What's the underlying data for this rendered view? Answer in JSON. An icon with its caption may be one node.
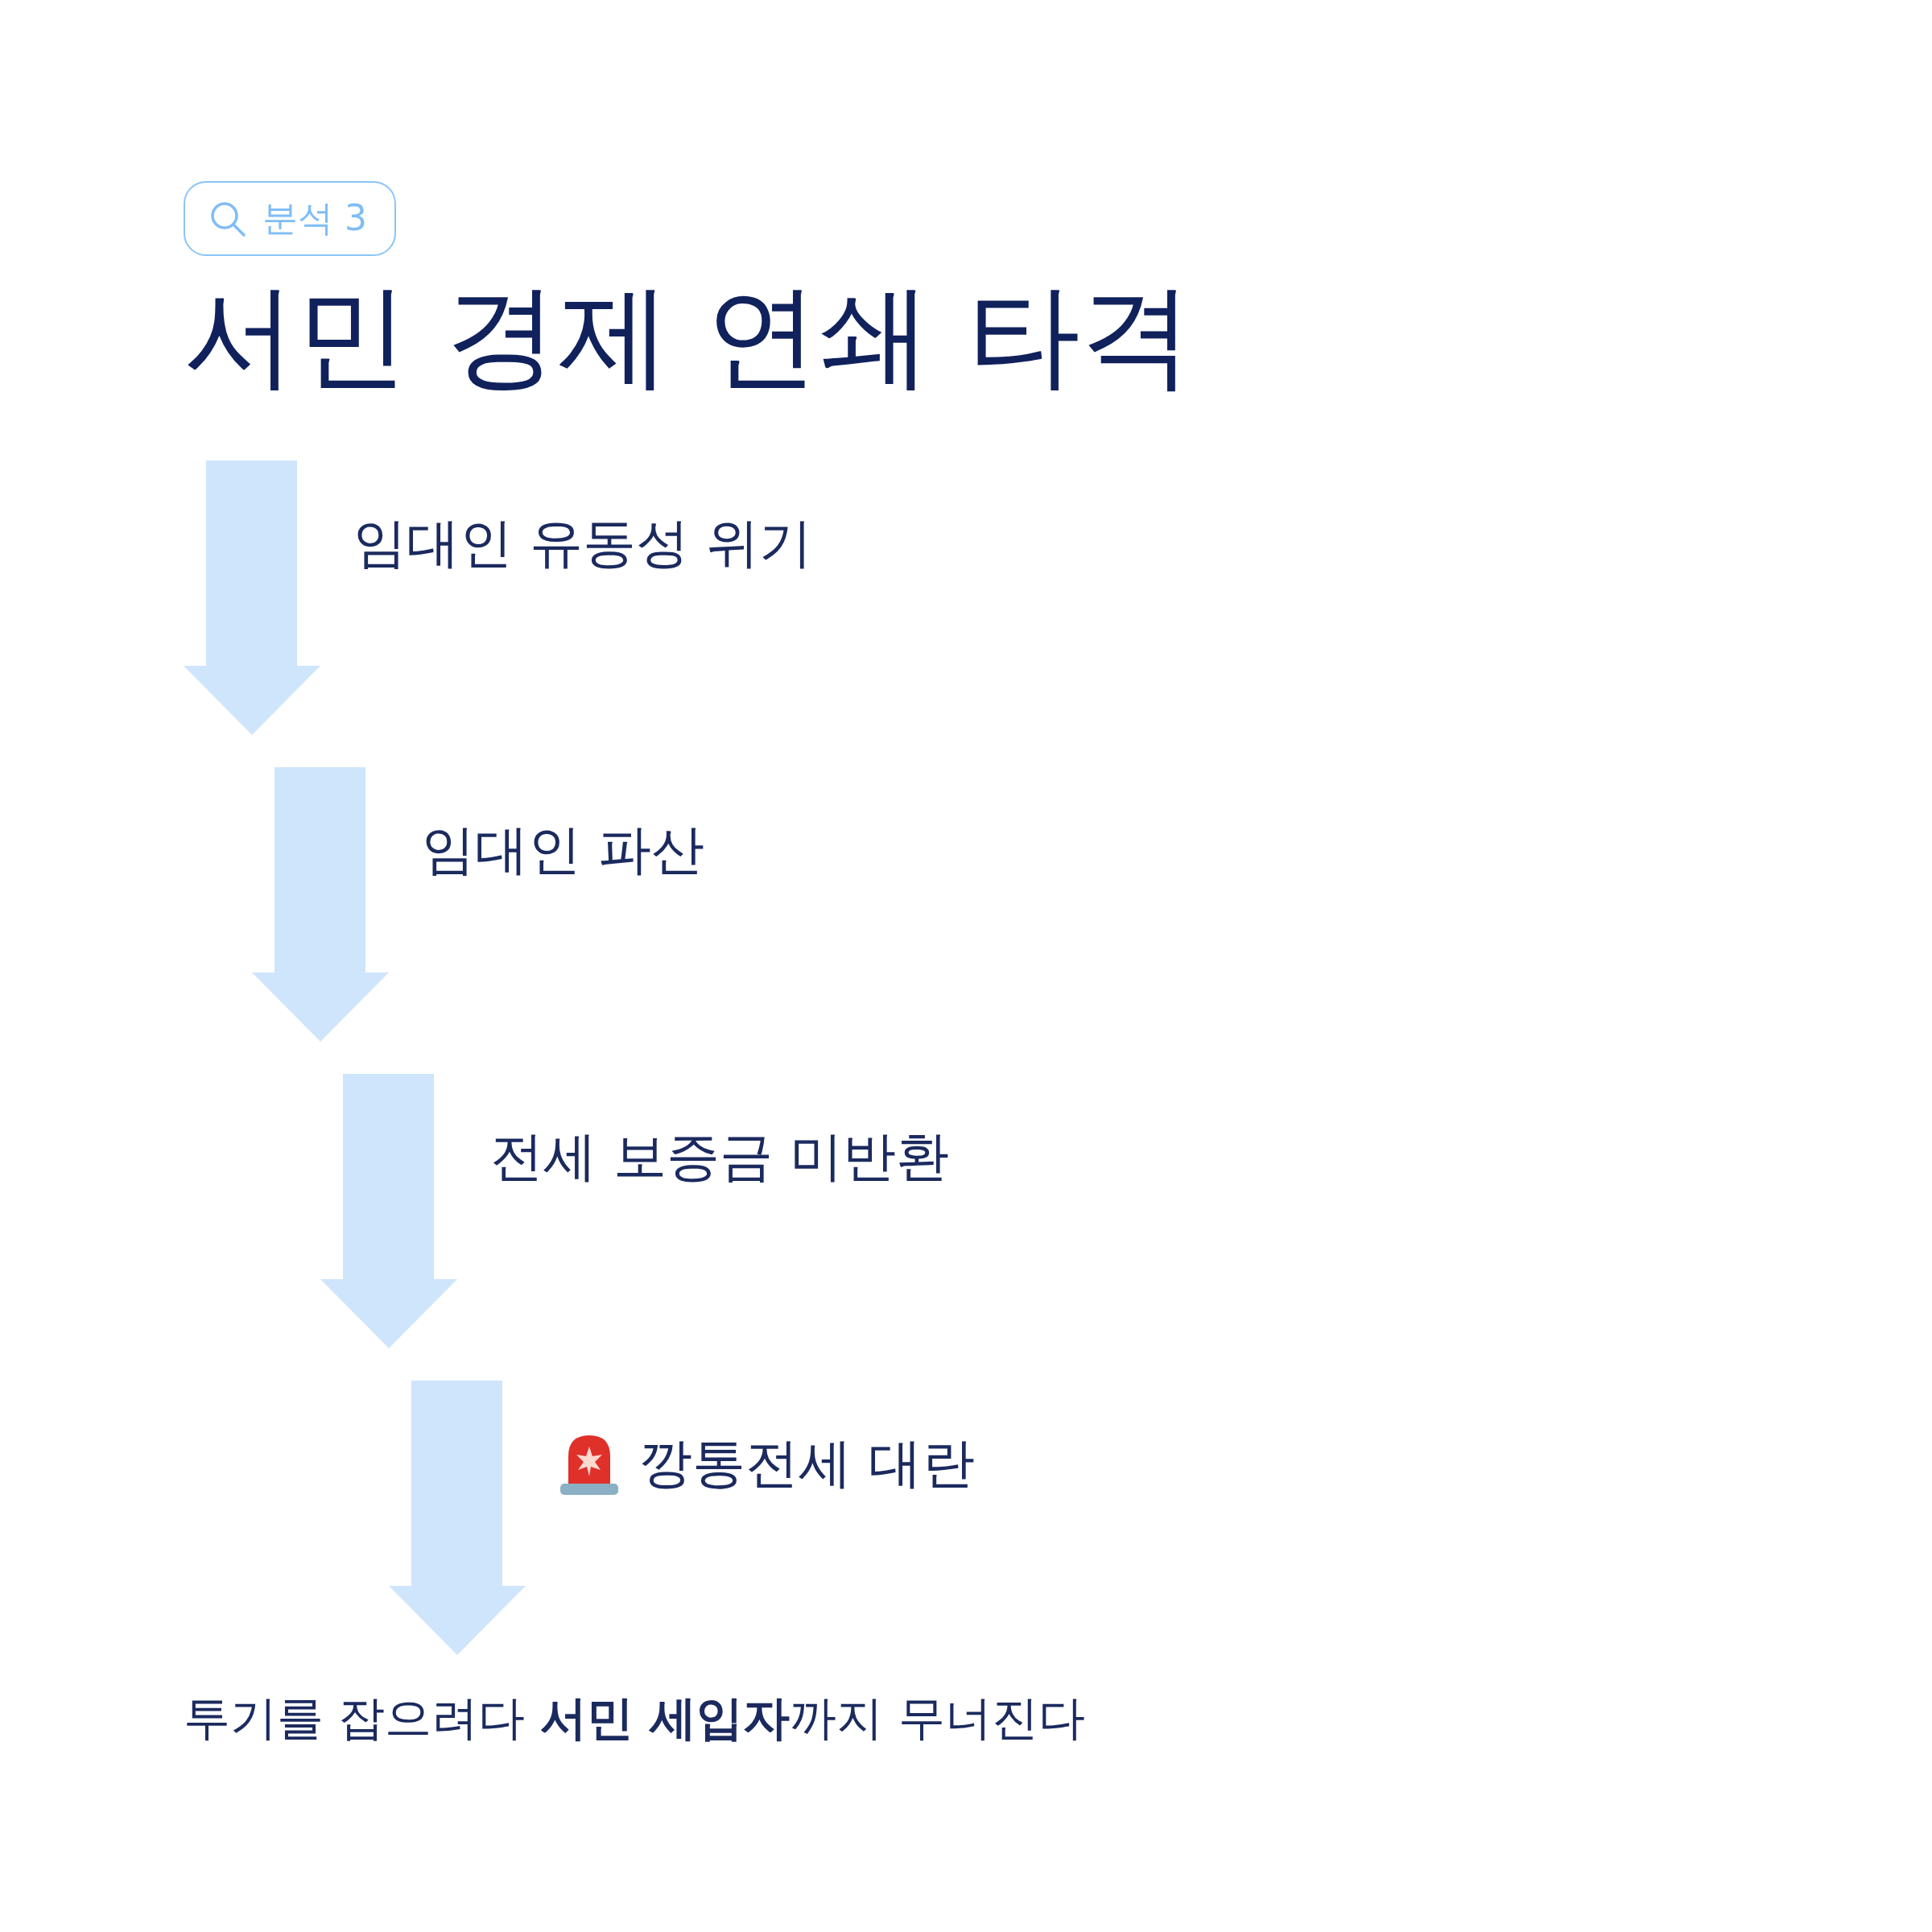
{
  "diagram": {
    "title": "서민 경제 연쇄 타격",
    "labels": [
      "분석 3",
      "임대인 유동성 위기",
      "임대인 파산",
      "전세 보증금 미반환",
      "깡통전세 대란"
    ],
    "caption": "투기를 잡으려다 **서민 세입자**까지 무너진다"
  }
}
